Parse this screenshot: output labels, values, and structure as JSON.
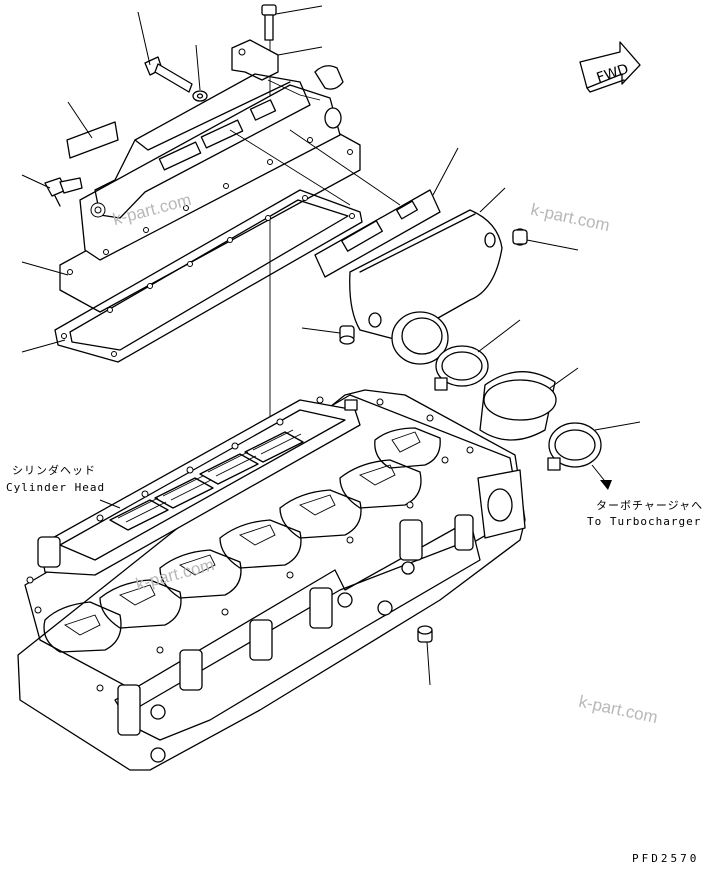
{
  "labels": {
    "cylinder_head_jp": "シリンダヘッド",
    "cylinder_head_en": "Cylinder Head",
    "turbo_jp": "ターボチャージャへ",
    "turbo_en": "To Turbocharger",
    "fwd": "FWD",
    "figure_code": "PFD2570"
  },
  "watermarks": [
    "k-part.com",
    "k-part.com",
    "k-part.com",
    "k-part.com"
  ],
  "icons": [
    "fwd-arrow-icon"
  ]
}
